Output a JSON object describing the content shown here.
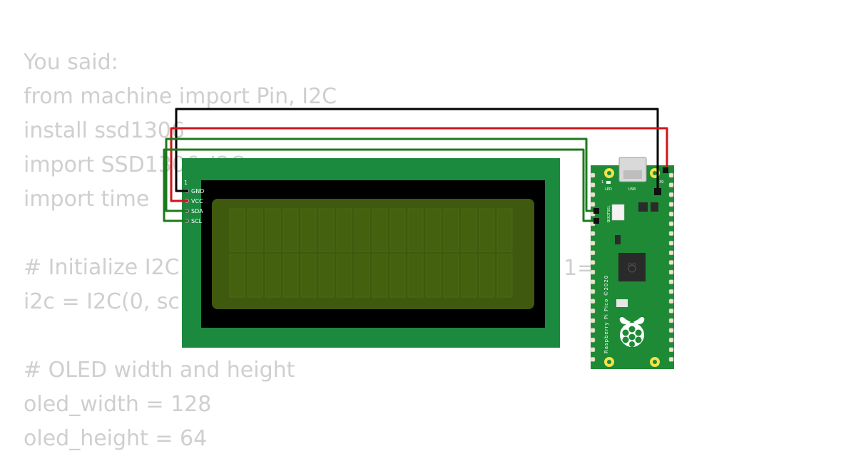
{
  "background_text": {
    "lines": [
      "You said:",
      "from machine import Pin, I2C",
      "install ssd1306",
      "import SSD1306_I2C",
      "import time",
      "",
      "# Initialize I2C (",
      "i2c = I2C(0, scl=",
      "",
      "# OLED width and height",
      "oled_width = 128",
      "oled_height = 64"
    ],
    "clipped_fragment": "1="
  },
  "lcd": {
    "pin_number": "1",
    "pins": [
      "GND",
      "VCC",
      "SDA",
      "SCL"
    ]
  },
  "pico": {
    "pin_1_marker": "1",
    "pin_39_marker": "39",
    "led_label": "LED",
    "usb_label": "USB",
    "bootsel_label": "BOOTSEL",
    "board_text": "Raspberry Pi Pico ©2020"
  },
  "colors": {
    "lcd_board": "#1b8a3e",
    "lcd_bezel": "#000000",
    "lcd_screen": "#3f5a0f",
    "pico_board": "#1e8a35",
    "wire_gnd": "#000000",
    "wire_vcc": "#d0141a",
    "wire_data": "#1c7a1c"
  }
}
